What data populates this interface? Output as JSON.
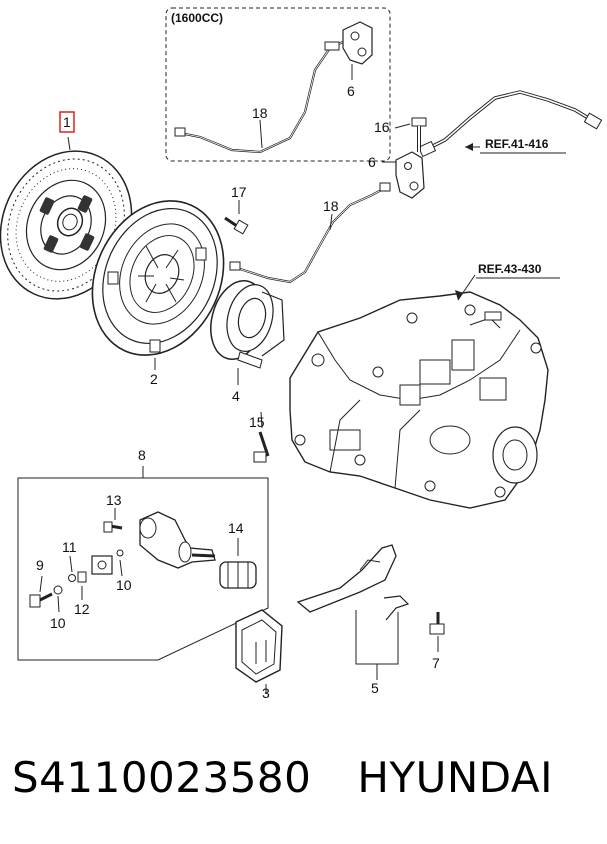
{
  "diagram": {
    "box_header": "(1600CC)",
    "refs": [
      "REF.41-416",
      "REF.43-430"
    ],
    "callouts": {
      "c1": "1",
      "c2": "2",
      "c3": "3",
      "c4": "4",
      "c5": "5",
      "c6a": "6",
      "c6b": "6",
      "c7": "7",
      "c8": "8",
      "c9": "9",
      "c10a": "10",
      "c10b": "10",
      "c11": "11",
      "c12": "12",
      "c13": "13",
      "c14": "14",
      "c15": "15",
      "c16": "16",
      "c17": "17",
      "c18a": "18",
      "c18b": "18"
    },
    "highlight_color": "#e0211b"
  },
  "caption": {
    "part_number": "S4110023580",
    "brand": "HYUNDAI"
  }
}
